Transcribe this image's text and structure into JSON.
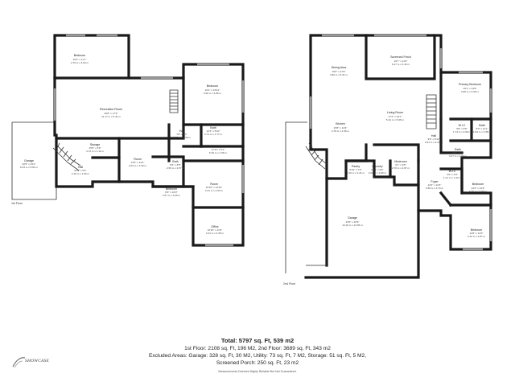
{
  "floors": [
    {
      "label": "1st Floor",
      "rooms": [
        {
          "id": "f1-bedroom-top",
          "name": "Bedroom",
          "dims": "15'3\" x 11'7\"",
          "metric": "4.76 m x 3.54 m"
        },
        {
          "id": "f1-bedroom-right",
          "name": "Bedroom",
          "dims": "16'1\" x 15'11\"",
          "metric": "4.90 m x 4.86 m"
        },
        {
          "id": "f1-recreation",
          "name": "Recreation Room",
          "dims": "36'8\" x 17'9\"",
          "metric": "11.17 m x 5.42 m"
        },
        {
          "id": "f1-bath",
          "name": "Bath",
          "dims": "12'3\" x 5'10\"",
          "metric": "3.74 m x 1.77 m"
        },
        {
          "id": "f1-hall-center",
          "name": "Hall",
          "dims": "7'8\" x 5'1\"",
          "metric": "2.37 m x 1.56 m"
        },
        {
          "id": "f1-utility",
          "name": "Utility",
          "dims": "17'11\" x 5'1\"",
          "metric": "5.46 m x 1.56 m"
        },
        {
          "id": "f1-storage",
          "name": "Storage",
          "dims": "15'6\" x 3'8\"",
          "metric": "4.72 m x 1.11 m"
        },
        {
          "id": "f1-garage",
          "name": "Garage",
          "dims": "20'9\" x 19'1\"",
          "metric": "6.33 m x 5.81 m"
        },
        {
          "id": "f1-hall-left",
          "name": "Hall",
          "dims": "6'11\" x 5'3\"",
          "metric": "2.10 m x 1.60 m"
        },
        {
          "id": "f1-room",
          "name": "Room",
          "dims": "13'3\" x 11'2\"",
          "metric": "4.03 m x 3.40 m"
        },
        {
          "id": "f1-bath-small",
          "name": "Bath",
          "dims": "8'6\" x 8'5\"",
          "metric": "2.59 m x 2.57 m"
        },
        {
          "id": "f1-room-right",
          "name": "Room",
          "dims": "10'10\" x 14'10\"",
          "metric": "3.31 m x 4.53 m"
        },
        {
          "id": "f1-bedroom-small",
          "name": "Bedroom",
          "dims": "8'9\" x 10'0\"",
          "metric": "2.67 m x 3.06 m"
        },
        {
          "id": "f1-office",
          "name": "Office",
          "dims": "10'10\" x 11'0\"",
          "metric": "3.31 m x 3.35 m"
        }
      ]
    },
    {
      "label": "2nd Floor",
      "rooms": [
        {
          "id": "f2-dining",
          "name": "Dining Area",
          "dims": "15'0\" x 17'6\"",
          "metric": "4.60 m x 5.31 m"
        },
        {
          "id": "f2-porch",
          "name": "Screened Porch",
          "dims": "20'7\" x 11'0\"",
          "metric": "6.27 m x 3.40 m"
        },
        {
          "id": "f2-primary",
          "name": "Primary Bedroom",
          "dims": "16'1\" x 14'8\"",
          "metric": "4.90 m x 4.50 m"
        },
        {
          "id": "f2-living",
          "name": "Living Room",
          "dims": "17'2\" x 19'7\"",
          "metric": "5.24 m x 5.96 m"
        },
        {
          "id": "f2-kitchen",
          "name": "Kitchen",
          "dims": "15'8\" x 14'4\"",
          "metric": "4.78 m x 4.36 m"
        },
        {
          "id": "f2-wic",
          "name": "W.I.C",
          "dims": "5'8\" x 9'6\"",
          "metric": "1.73 m x 2.90 m"
        },
        {
          "id": "f2-bath-primary",
          "name": "Bath",
          "dims": "5'0\" x 11'1\"",
          "metric": "1.84 m x 3.38 m"
        },
        {
          "id": "f2-hall",
          "name": "Hall",
          "dims": "9'8\" x 8'11\"",
          "metric": "2.94 m x 2.47 m"
        },
        {
          "id": "f2-bath",
          "name": "Bath",
          "dims": "10'8\" x 5'3\"",
          "metric": "3.27 m x 1.59 m"
        },
        {
          "id": "f2-pantry",
          "name": "Pantry",
          "dims": "6'10\" x 7'3\"",
          "metric": "2.10 m x 2.21 m"
        },
        {
          "id": "f2-laundry",
          "name": "Laundry",
          "dims": "6'10\" x 9'6\"",
          "metric": "2.09 m x 2.90 m"
        },
        {
          "id": "f2-mudroom",
          "name": "Mudroom",
          "dims": "9'1\" x 9'5\"",
          "metric": "2.78 m x 2.87 m"
        },
        {
          "id": "f2-foyer",
          "name": "Foyer",
          "dims": "11'0\" x 12'3\"",
          "metric": "3.38 m x 3.74 m"
        },
        {
          "id": "f2-wic-small",
          "name": "W.I.C",
          "dims": "4'0\" x 4'0\"",
          "metric": "1.21 m x 1.22 m"
        },
        {
          "id": "f2-bedroom-mid",
          "name": "Bedroom",
          "dims": "14'3\" x 12'9\"",
          "metric": "4.35 m x 3.89 m"
        },
        {
          "id": "f2-garage",
          "name": "Garage",
          "dims": "43'0\" x 42'6\"",
          "metric": "13.10 m x 12.95 m"
        },
        {
          "id": "f2-bedroom-bottom",
          "name": "Bedroom",
          "dims": "14'6\" x 14'0\"",
          "metric": "4.42 m x 4.87 m"
        }
      ]
    }
  ],
  "summary": {
    "total": "Total: 5797 sq. Ft, 539 m2",
    "line1": "1st Floor: 2108 sq. Ft, 196 M2, 2nd Floor: 3689 sq. Ft, 343 m2",
    "line2": "Excluded Areas: Garage: 328 sq. Ft, 30 M2, Utility: 73 sq. Ft, 7 M2, Storage: 51 sq. Ft, 5 M2,",
    "line3": "Screened Porch: 250 sq. Ft, 23 m2",
    "disclaimer": "Measurements Deemed Highly Reliable But Not Guaranteed."
  },
  "logo": {
    "text": "SHOWCASE"
  }
}
